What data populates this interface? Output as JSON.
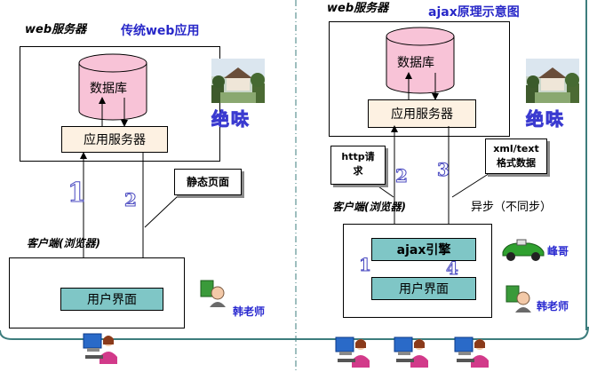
{
  "left": {
    "header_web_server": "web服务器",
    "header_title": "传统web应用",
    "database": "数据库",
    "app_server": "应用服务器",
    "callout_static": "静态页面",
    "step1": "1",
    "step2": "2",
    "client_label": "客户端(浏览器)",
    "user_interface": "用户界面",
    "brand": "绝味",
    "person_han": "韩老师"
  },
  "right": {
    "header_web_server": "web服务器",
    "header_title": "ajax原理示意图",
    "database": "数据库",
    "app_server": "应用服务器",
    "callout_http": "http请求",
    "callout_xml_line1": "xml/text",
    "callout_xml_line2": "格式数据",
    "step2": "2",
    "step3": "3",
    "client_label": "客户端(浏览器)",
    "async_note": "异步（不同步）",
    "ajax_engine": "ajax引擎",
    "user_interface": "用户界面",
    "step1": "1",
    "step4": "4",
    "brand": "绝味",
    "person_feng": "峰哥",
    "person_han": "韩老师"
  },
  "colors": {
    "accent_blue": "#2828c8",
    "ui_teal": "#7fc6c6",
    "server_cream": "#fdf1e2",
    "frame_teal": "#3d7d7d"
  }
}
